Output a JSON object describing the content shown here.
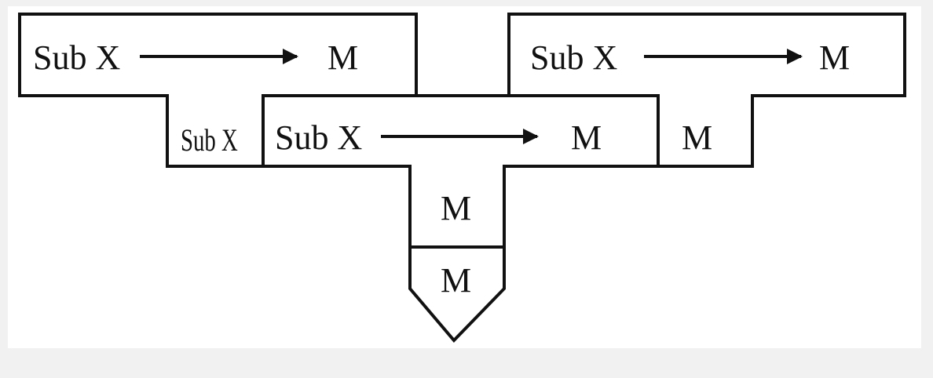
{
  "diagram": {
    "colors": {
      "background": "#f1f1f1",
      "panel": "#ffffff",
      "stroke": "#111111"
    },
    "left_block": {
      "source_label": "Sub X",
      "target_label": "M",
      "stub_label": "Sub X"
    },
    "center_block": {
      "source_label": "Sub X",
      "target_label": "M",
      "stem_label": "M",
      "tip_label": "M"
    },
    "right_block": {
      "source_label": "Sub X",
      "target_label": "M",
      "stub_label": "M"
    }
  }
}
